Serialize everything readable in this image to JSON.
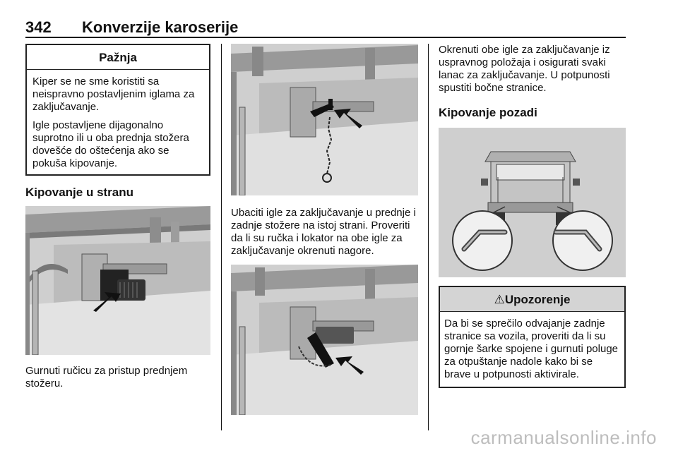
{
  "header": {
    "page_number": "342",
    "chapter_title": "Konverzije karoserije"
  },
  "caution_box": {
    "title": "Pažnja",
    "paragraphs": [
      "Kiper se ne sme koristiti sa neispravno postavljenim iglama za zaključavanje.",
      "Igle postavljene dijagonalno suprotno ili u oba prednja stožera dovešće do oštećenja ako se pokuša kipovanje."
    ]
  },
  "side_tipping": {
    "heading": "Kipovanje u stranu",
    "caption": "Gurnuti ručicu za pristup prednjem stožeru."
  },
  "middle": {
    "paragraph": "Ubaciti igle za zaključavanje u prednje i zadnje stožere na istoj strani. Proveriti da li su ručka i lokator na obe igle za zaključavanje okrenuti nagore."
  },
  "right": {
    "paragraph": "Okrenuti obe igle za zaključavanje iz uspravnog položaja i osigurati svaki lanac za zaključavanje. U potpunosti spustiti bočne stranice.",
    "heading": "Kipovanje pozadi"
  },
  "warning_box": {
    "symbol": "⚠",
    "title": "Upozorenje",
    "body": "Da bi se sprečilo odvajanje zadnje stranice sa vozila, proveriti da li su gornje šarke spojene i gurnuti poluge za otpuštanje nadole kako bi se brave u potpunosti aktivirale."
  },
  "watermark": "carmanualsonline.info",
  "colors": {
    "figure_bg": "#cfcfcf",
    "warning_title_bg": "#d4d4d4",
    "text": "#111111"
  }
}
